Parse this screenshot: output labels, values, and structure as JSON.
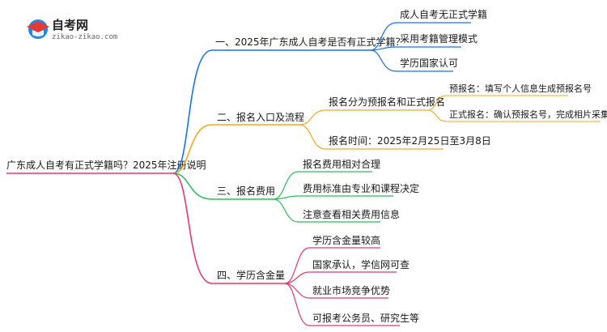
{
  "logo": {
    "title": "自考网",
    "subtitle": "zikao-zikao.com"
  },
  "root": {
    "label": "广东成人自考有正式学籍吗？2025年注册说明"
  },
  "colors": {
    "blue": "#1a73e8",
    "orange": "#f5a623",
    "green": "#2ebd5a",
    "pink": "#e8386d",
    "logo_red": "#e53935",
    "logo_blue": "#1e88e5"
  },
  "branches": [
    {
      "label": "一、2025年广东成人自考是否有正式学籍？",
      "color": "blue",
      "children": [
        {
          "label": "成人自考无正式学籍"
        },
        {
          "label": "采用考籍管理模式"
        },
        {
          "label": "学历国家认可"
        }
      ]
    },
    {
      "label": "二、报名入口及流程",
      "color": "orange",
      "children": [
        {
          "label": "报名分为预报名和正式报名",
          "children": [
            {
              "label": "预报名：填写个人信息生成预报名号"
            },
            {
              "label": "正式报名：确认预报名号，完成相片采集和缴费"
            }
          ]
        },
        {
          "label": "报名时间：2025年2月25日至3月8日"
        }
      ]
    },
    {
      "label": "三、报名费用",
      "color": "green",
      "children": [
        {
          "label": "报名费用相对合理"
        },
        {
          "label": "费用标准由专业和课程决定"
        },
        {
          "label": "注意查看相关费用信息"
        }
      ]
    },
    {
      "label": "四、学历含金量",
      "color": "pink",
      "children": [
        {
          "label": "学历含金量较高"
        },
        {
          "label": "国家承认，学信网可查"
        },
        {
          "label": "就业市场竞争优势"
        },
        {
          "label": "可报考公务员、研究生等"
        }
      ]
    }
  ]
}
